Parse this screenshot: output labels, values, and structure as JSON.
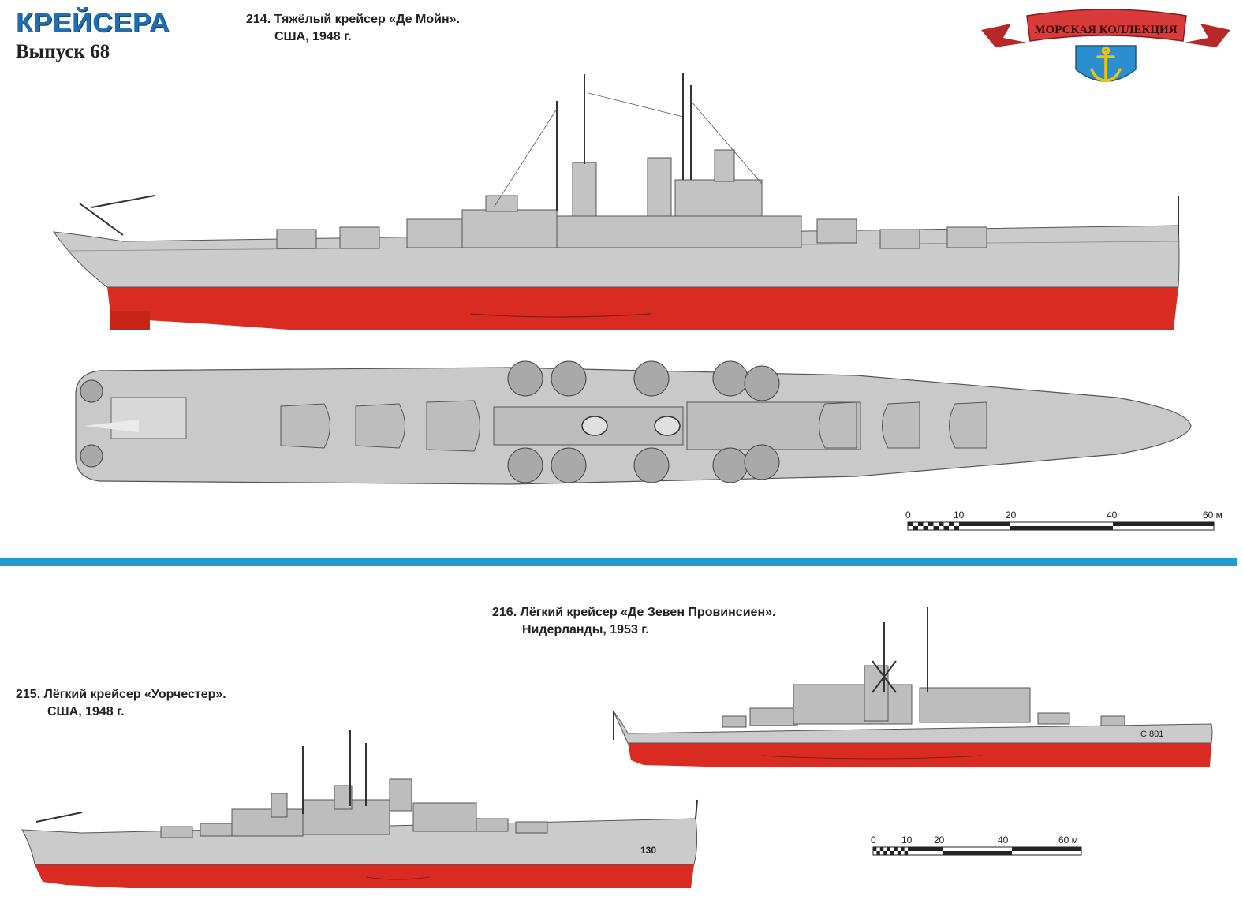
{
  "header": {
    "series": "КРЕЙСЕРА",
    "issue": "Выпуск 68"
  },
  "logo": {
    "ribbon_text": "МОРСКАЯ КОЛЛЕКЦИЯ",
    "icon": "anchor-icon",
    "ribbon_color": "#d93a3a",
    "shield_color": "#2a8ed0",
    "anchor_color": "#f2c400"
  },
  "ship214": {
    "title": "214. Тяжёлый крейсер «Де Мойн».",
    "subtitle": "США,  1948 г."
  },
  "ship215": {
    "title": "215. Лёгкий крейсер «Уорчестер».",
    "subtitle": "США, 1948 г.",
    "hull_number": "130"
  },
  "ship216": {
    "title": "216. Лёгкий крейсер «Де Зевен Провинсиен».",
    "subtitle": "Нидерланды, 1953 г.",
    "hull_number": "C 801"
  },
  "scale_top": {
    "labels": [
      "0",
      "10",
      "20",
      "40",
      "60 м"
    ]
  },
  "scale_bottom": {
    "labels": [
      "0",
      "10",
      "20",
      "40",
      "60 м"
    ]
  },
  "colors": {
    "hull_gray": "#c9c9c9",
    "waterline_red": "#d92b22",
    "divider": "#1e9bd1"
  }
}
